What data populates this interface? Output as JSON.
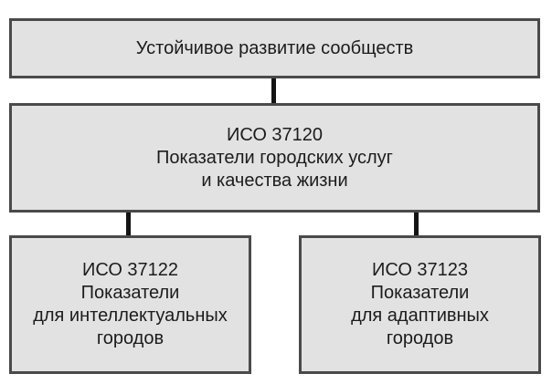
{
  "diagram": {
    "title": "ISO sustainable communities standards hierarchy",
    "colors": {
      "background": "#ffffff",
      "box_fill": "#e2e2e2",
      "box_border": "#4a4a4a",
      "connector": "#141414",
      "text": "#1c1c1c"
    },
    "nodes": {
      "root": {
        "lines": [
          "Устойчивое развитие сообществ"
        ]
      },
      "iso37120": {
        "lines": [
          "ИСО 37120",
          "Показатели городских услуг",
          "и качества жизни"
        ]
      },
      "iso37122": {
        "lines": [
          "ИСО 37122",
          "Показатели",
          "для интеллектуальных",
          "городов"
        ]
      },
      "iso37123": {
        "lines": [
          "ИСО 37123",
          "Показатели",
          "для адаптивных",
          "городов"
        ]
      }
    }
  }
}
